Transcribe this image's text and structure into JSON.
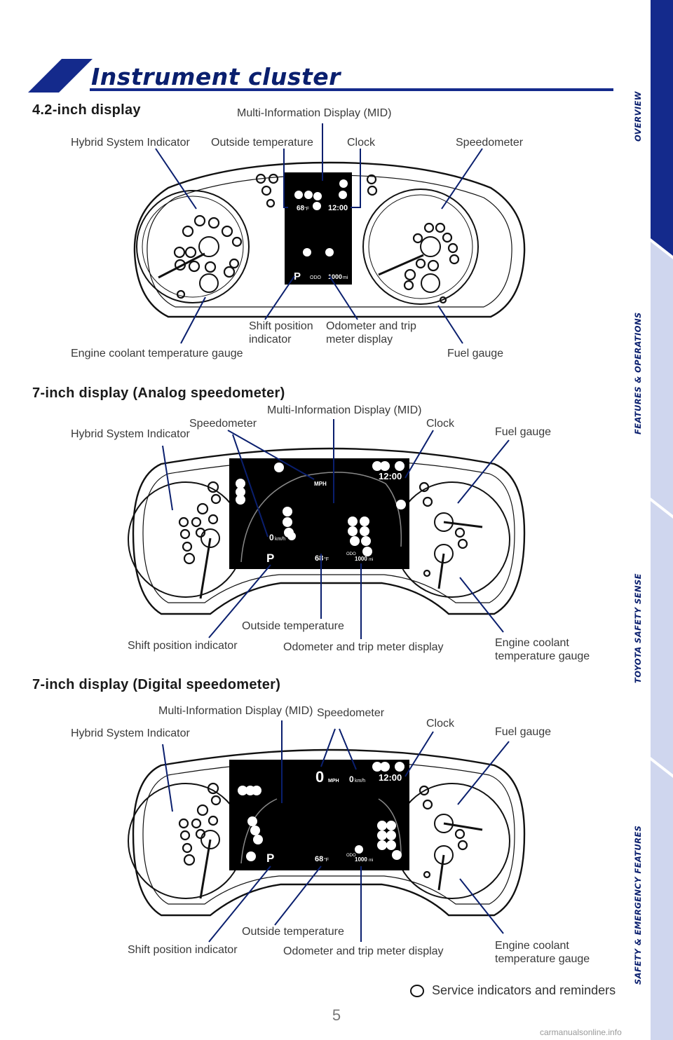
{
  "title": "Instrument cluster",
  "side_nav": [
    {
      "label": "OVERVIEW",
      "active": true
    },
    {
      "label": "FEATURES & OPERATIONS",
      "active": false
    },
    {
      "label": "TOYOTA SAFETY SENSE",
      "active": false
    },
    {
      "label": "SAFETY & EMERGENCY FEATURES",
      "active": false
    }
  ],
  "colors": {
    "navy": "#0a1f6e",
    "nav_active": "#142a8c",
    "nav_inactive": "#cfd6ee",
    "callout_line": "#0a1f6e"
  },
  "sections": {
    "s1": {
      "heading": "4.2-inch display",
      "labels": {
        "mid": "Multi-Information Display (MID)",
        "hybrid": "Hybrid System Indicator",
        "outside_temp": "Outside temperature",
        "clock": "Clock",
        "speedometer": "Speedometer",
        "shift_l1": "Shift position",
        "shift_l2": "indicator",
        "odo_l1": "Odometer and trip",
        "odo_l2": "meter display",
        "coolant": "Engine coolant temperature gauge",
        "fuel": "Fuel gauge"
      },
      "screen": {
        "temp": "68",
        "temp_unit": "°F",
        "clock": "12:00",
        "shift": "P",
        "odo_label": "ODO",
        "odo_value": "1000",
        "odo_unit": "mi"
      }
    },
    "s2": {
      "heading": "7-inch display (Analog speedometer)",
      "labels": {
        "mid": "Multi-Information Display (MID)",
        "speedometer": "Speedometer",
        "clock": "Clock",
        "hybrid": "Hybrid System Indicator",
        "fuel": "Fuel gauge",
        "outside_temp": "Outside temperature",
        "shift": "Shift position indicator",
        "odo": "Odometer and trip meter display",
        "coolant_l1": "Engine coolant",
        "coolant_l2": "temperature gauge"
      },
      "screen": {
        "mph": "MPH",
        "kmh_zero": "0",
        "kmh": "km/h",
        "clock": "12:00",
        "shift": "P",
        "temp": "68",
        "temp_unit": "°F",
        "odo_label": "ODO",
        "odo_value": "1000",
        "odo_unit": "mi"
      }
    },
    "s3": {
      "heading": "7-inch display (Digital speedometer)",
      "labels": {
        "mid": "Multi-Information Display (MID)",
        "speedometer": "Speedometer",
        "clock": "Clock",
        "hybrid": "Hybrid System Indicator",
        "fuel": "Fuel gauge",
        "outside_temp": "Outside temperature",
        "shift": "Shift position indicator",
        "odo": "Odometer and trip meter display",
        "coolant_l1": "Engine coolant",
        "coolant_l2": "temperature gauge"
      },
      "screen": {
        "speed": "0",
        "mph": "MPH",
        "kmh_zero": "0",
        "kmh": "km/h",
        "clock": "12:00",
        "shift": "P",
        "temp": "68",
        "temp_unit": "°F",
        "odo_label": "ODO",
        "odo_value": "1000",
        "odo_unit": "mi"
      }
    }
  },
  "legend": {
    "text": "Service indicators and reminders"
  },
  "page_number": "5",
  "watermark": "carmanualsonline.info"
}
